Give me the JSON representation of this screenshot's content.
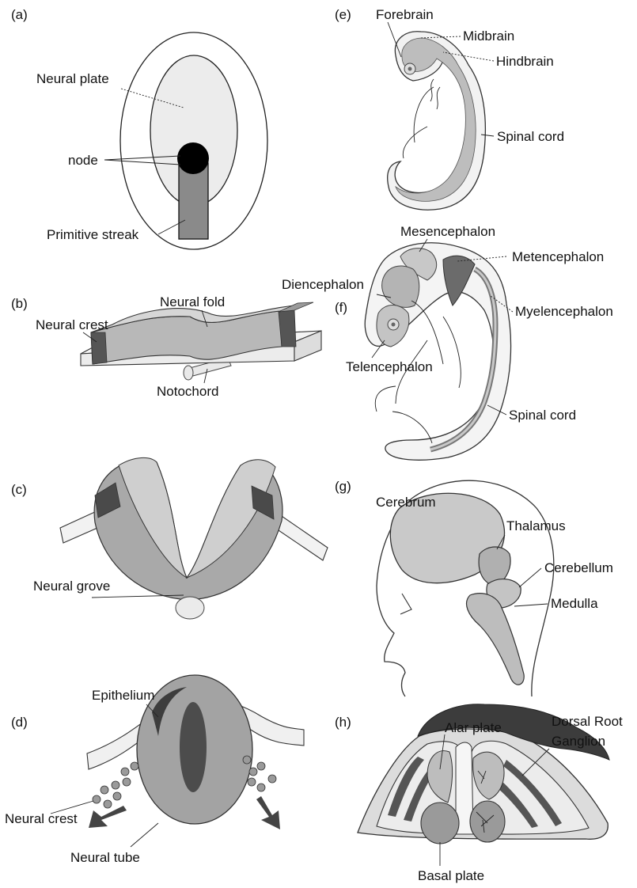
{
  "panels": {
    "a": {
      "letter": "(a)",
      "labels": {
        "neural_plate": "Neural plate",
        "node": "node",
        "primitive_streak": "Primitive streak"
      }
    },
    "b": {
      "letter": "(b)",
      "labels": {
        "neural_fold": "Neural fold",
        "neural_crest": "Neural crest",
        "notochord": "Notochord"
      }
    },
    "c": {
      "letter": "(c)",
      "labels": {
        "neural_grove": "Neural grove"
      }
    },
    "d": {
      "letter": "(d)",
      "labels": {
        "epithelium": "Epithelium",
        "neural_crest": "Neural crest",
        "neural_tube": "Neural tube"
      }
    },
    "e": {
      "letter": "(e)",
      "labels": {
        "forebrain": "Forebrain",
        "midbrain": "Midbrain",
        "hindbrain": "Hindbrain",
        "spinal_cord": "Spinal cord"
      }
    },
    "f": {
      "letter": "(f)",
      "labels": {
        "mesencephalon": "Mesencephalon",
        "metencephalon": "Metencephalon",
        "diencephalon": "Diencephalon",
        "myelencephalon": "Myelencephalon",
        "telencephalon": "Telencephalon",
        "spinal_cord": "Spinal cord"
      }
    },
    "g": {
      "letter": "(g)",
      "labels": {
        "cerebrum": "Cerebrum",
        "thalamus": "Thalamus",
        "cerebellum": "Cerebellum",
        "medulla": "Medulla"
      }
    },
    "h": {
      "letter": "(h)",
      "labels": {
        "alar_plate": "Alar plate",
        "dorsal_root": "Dorsal Root",
        "ganglion": "Ganglion",
        "basal_plate": "Basal plate"
      }
    }
  },
  "colors": {
    "tissue_light": "#e6e6e6",
    "tissue_mid": "#a9a9a9",
    "tissue_dark": "#595959",
    "crest": "#6a6a6a",
    "node": "#000000",
    "streak": "#8a8a8a"
  }
}
